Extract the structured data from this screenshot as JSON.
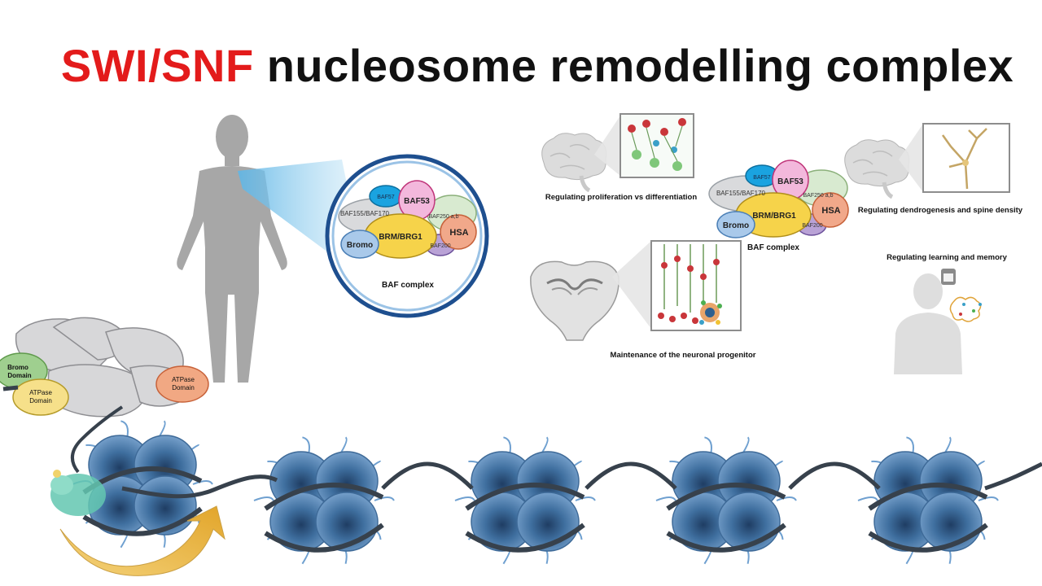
{
  "title": {
    "highlight": "SWI/SNF",
    "rest": " nucleosome remodelling complex"
  },
  "colors": {
    "highlight": "#e31b1b",
    "nucleosome": "#4f7fb3",
    "dna": "#37414c",
    "arrow": "#e8b23a",
    "baf57": "#1aa3e0",
    "baf53": "#f3b8dc",
    "baf250": "#d8ead0",
    "baf155": "#d9dadc",
    "brm": "#f6d34a",
    "hsa": "#f1a88a",
    "bromo": "#a9c9ea",
    "baf200": "#b9a2d6"
  },
  "baf_left": {
    "baf57": "BAF57",
    "baf53": "BAF53",
    "baf155": "BAF155/BAF170",
    "baf250": "BAF250 a,b",
    "brm": "BRM/BRG1",
    "hsa": "HSA",
    "bromo": "Bromo",
    "baf200": "BAF200",
    "caption": "BAF complex"
  },
  "baf_right": {
    "baf57": "BAF57",
    "baf53": "BAF53",
    "baf155": "BAF155/BAF170",
    "baf250": "BAF250 a,b",
    "brm": "BRM/BRG1",
    "hsa": "HSA",
    "bromo": "Bromo",
    "baf200": "BAF200",
    "caption": "BAF complex"
  },
  "functions": {
    "proliferation": "Regulating proliferation vs differentiation",
    "dendrogenesis": "Regulating dendrogenesis and spine density",
    "learning": "Regulating learning and memory",
    "progenitor": "Maintenance of the neuronal progenitor"
  },
  "remodeler": {
    "bromo_line1": "Bromo",
    "bromo_line2": "Domain",
    "atpase1_line1": "ATPase",
    "atpase1_line2": "Domain",
    "atpase2_line1": "ATPase",
    "atpase2_line2": "Domain"
  }
}
